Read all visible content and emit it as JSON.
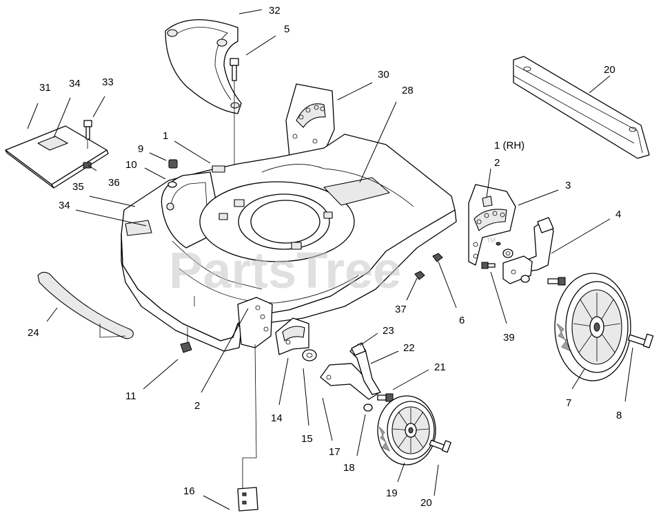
{
  "watermark": {
    "text": "PartsTree",
    "trademark": "TM"
  },
  "callouts": [
    {
      "id": "c31",
      "text": "31"
    },
    {
      "id": "c34a",
      "text": "34"
    },
    {
      "id": "c33",
      "text": "33"
    },
    {
      "id": "c32",
      "text": "32"
    },
    {
      "id": "c5",
      "text": "5"
    },
    {
      "id": "c30",
      "text": "30"
    },
    {
      "id": "c28",
      "text": "28"
    },
    {
      "id": "c20a",
      "text": "20"
    },
    {
      "id": "c1rh",
      "text": "1  (RH)"
    },
    {
      "id": "c1",
      "text": "1"
    },
    {
      "id": "c9",
      "text": "9"
    },
    {
      "id": "c10",
      "text": "10"
    },
    {
      "id": "c36",
      "text": "36"
    },
    {
      "id": "c35",
      "text": "35"
    },
    {
      "id": "c34b",
      "text": "34"
    },
    {
      "id": "c2a",
      "text": "2"
    },
    {
      "id": "c3",
      "text": "3"
    },
    {
      "id": "c4",
      "text": "4"
    },
    {
      "id": "c24",
      "text": "24"
    },
    {
      "id": "c37",
      "text": "37"
    },
    {
      "id": "c6",
      "text": "6"
    },
    {
      "id": "c39",
      "text": "39"
    },
    {
      "id": "c23",
      "text": "23"
    },
    {
      "id": "c22",
      "text": "22"
    },
    {
      "id": "c21",
      "text": "21"
    },
    {
      "id": "c11",
      "text": "11"
    },
    {
      "id": "c2b",
      "text": "2"
    },
    {
      "id": "c14",
      "text": "14"
    },
    {
      "id": "c15",
      "text": "15"
    },
    {
      "id": "c17",
      "text": "17"
    },
    {
      "id": "c18",
      "text": "18"
    },
    {
      "id": "c7",
      "text": "7"
    },
    {
      "id": "c8",
      "text": "8"
    },
    {
      "id": "c16",
      "text": "16"
    },
    {
      "id": "c19",
      "text": "19"
    },
    {
      "id": "c20b",
      "text": "20"
    }
  ]
}
